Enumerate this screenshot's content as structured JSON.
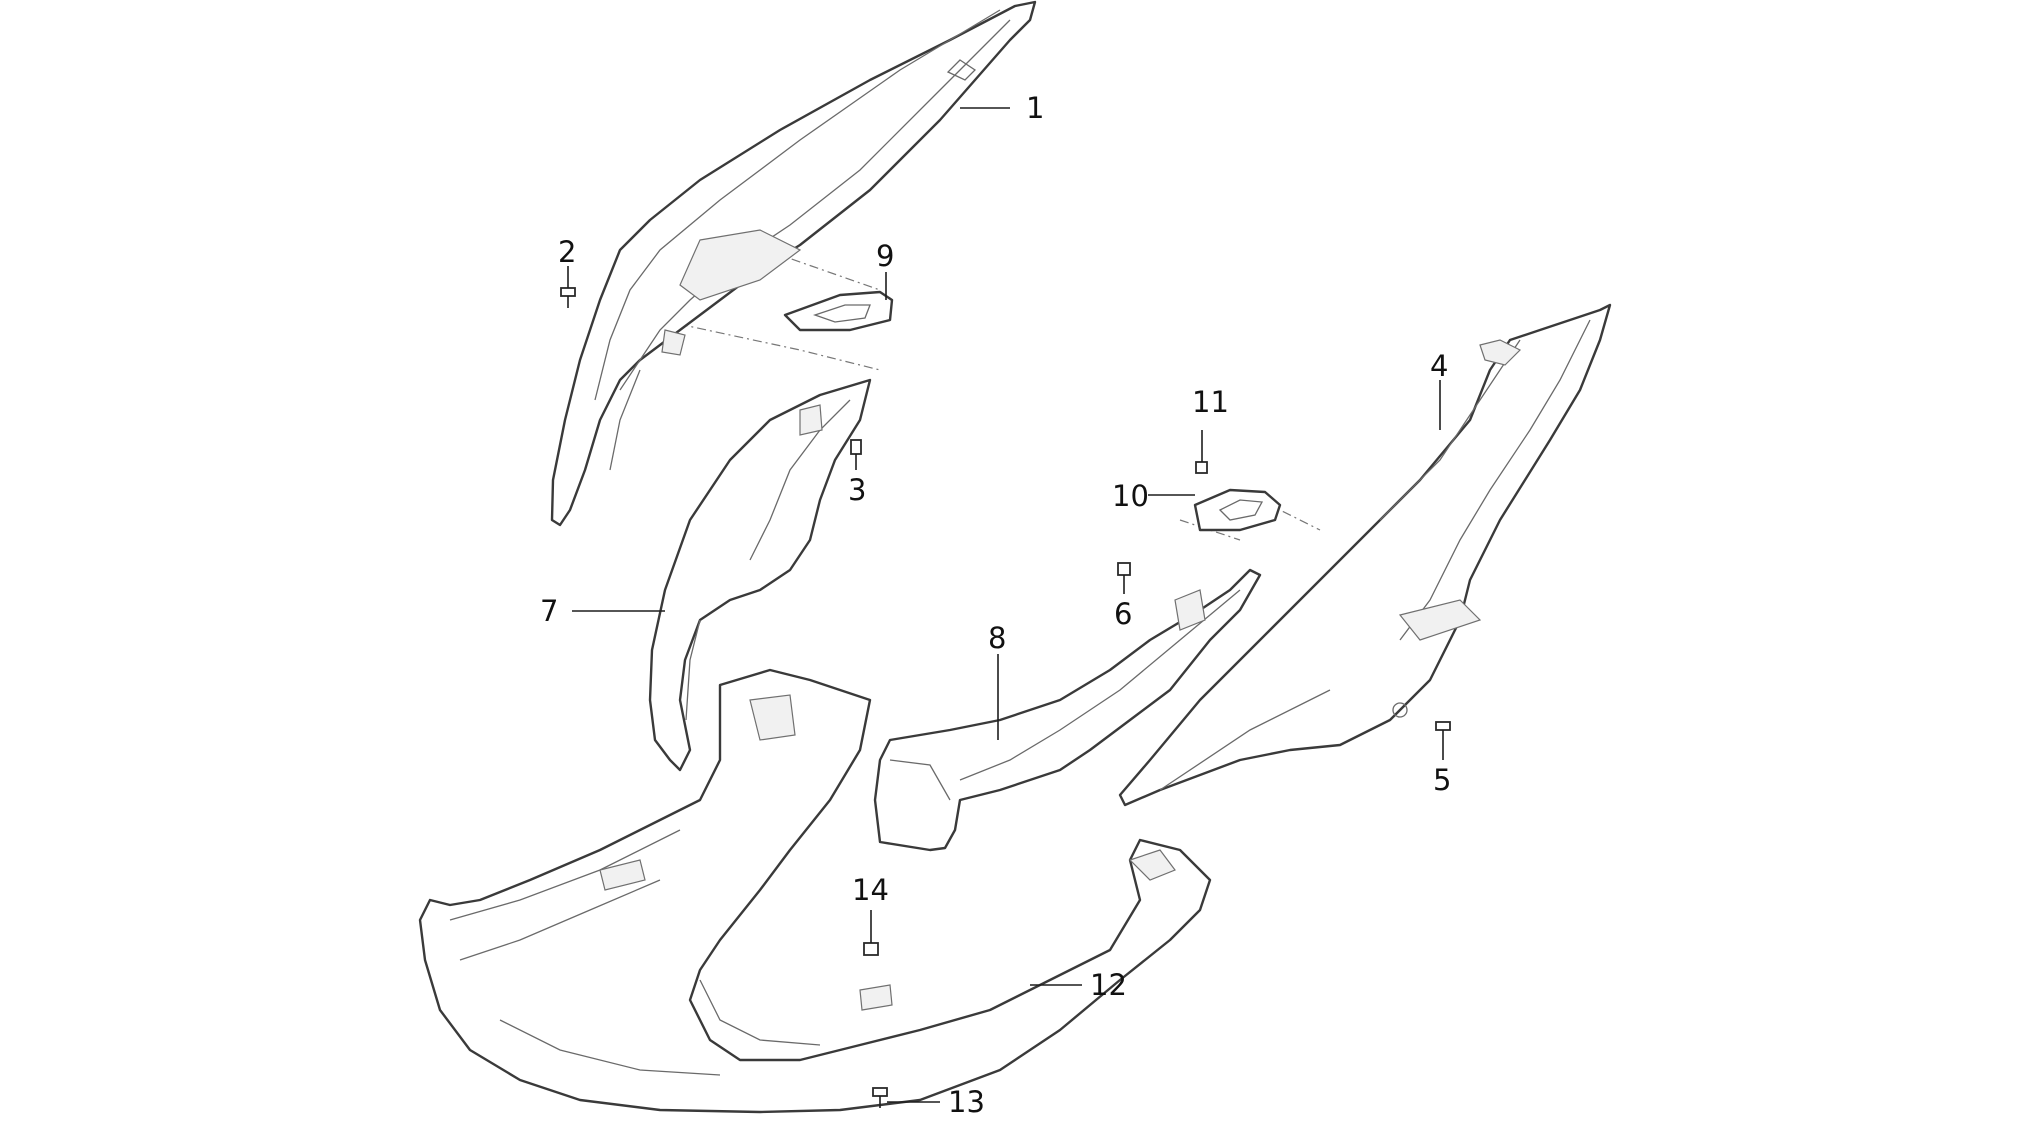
{
  "callouts": [
    {
      "id": "1",
      "label": "1"
    },
    {
      "id": "2",
      "label": "2"
    },
    {
      "id": "3",
      "label": "3"
    },
    {
      "id": "4",
      "label": "4"
    },
    {
      "id": "5",
      "label": "5"
    },
    {
      "id": "6",
      "label": "6"
    },
    {
      "id": "7",
      "label": "7"
    },
    {
      "id": "8",
      "label": "8"
    },
    {
      "id": "9",
      "label": "9"
    },
    {
      "id": "10",
      "label": "10"
    },
    {
      "id": "11",
      "label": "11"
    },
    {
      "id": "12",
      "label": "12"
    },
    {
      "id": "13",
      "label": "13"
    },
    {
      "id": "14",
      "label": "14"
    }
  ],
  "colors": {
    "line": "#3a3a3a",
    "text": "#111111",
    "background": "#ffffff"
  }
}
